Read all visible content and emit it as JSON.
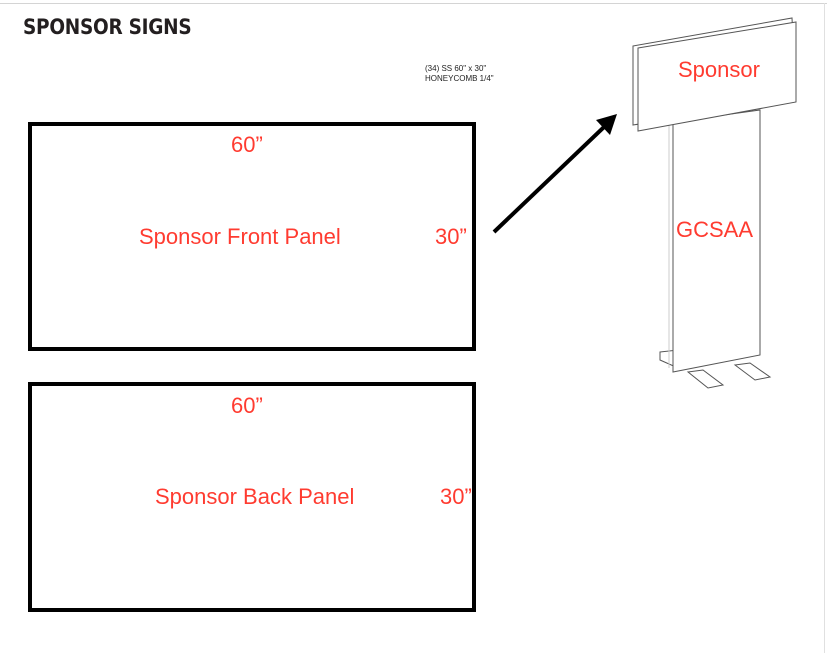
{
  "title": "SPONSOR SIGNS",
  "spec": {
    "line1": "(34) SS 60\" x 30\"",
    "line2": "HONEYCOMB 1/4\""
  },
  "front_panel": {
    "width_label": "60”",
    "height_label": "30”",
    "name": "Sponsor Front Panel"
  },
  "back_panel": {
    "width_label": "60”",
    "height_label": "30”",
    "name": "Sponsor Back Panel"
  },
  "sign": {
    "top_label": "Sponsor",
    "post_label": "GCSAA"
  },
  "colors": {
    "label": "#ff3b30",
    "border": "#000000"
  }
}
